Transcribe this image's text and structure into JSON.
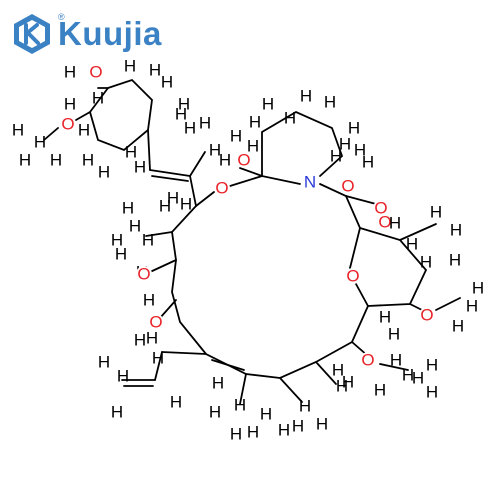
{
  "brand": {
    "name": "Kuujia",
    "registered": "®",
    "color": "#3b82c4"
  },
  "molecule": {
    "element_colors": {
      "H": "#000000",
      "O": "#e8242a",
      "N": "#2b3bd9"
    },
    "labels": [
      [
        "H",
        70,
        72
      ],
      [
        "O",
        96,
        72
      ],
      [
        "H",
        98,
        98
      ],
      [
        "H",
        130,
        66
      ],
      [
        "H",
        155,
        70
      ],
      [
        "H",
        167,
        82
      ],
      [
        "H",
        184,
        104
      ],
      [
        "H",
        70,
        104
      ],
      [
        "H",
        84,
        130
      ],
      [
        "O",
        68,
        124
      ],
      [
        "H",
        18,
        130
      ],
      [
        "C_H",
        40,
        142
      ],
      [
        "H",
        25,
        160
      ],
      [
        "H",
        56,
        160
      ],
      [
        "H",
        88,
        160
      ],
      [
        "H",
        104,
        172
      ],
      [
        "H",
        131,
        152
      ],
      [
        "H",
        181,
        114
      ],
      [
        "H",
        190,
        128
      ],
      [
        "H",
        205,
        123
      ],
      [
        "H",
        236,
        136
      ],
      [
        "H",
        215,
        150
      ],
      [
        "H",
        225,
        160
      ],
      [
        "H",
        140,
        167
      ],
      [
        "O",
        222,
        188
      ],
      [
        "H",
        173,
        198
      ],
      [
        "H",
        186,
        204
      ],
      [
        "H",
        165,
        206
      ],
      [
        "O",
        244,
        160
      ],
      [
        "H",
        253,
        146
      ],
      [
        "H",
        268,
        104
      ],
      [
        "H",
        255,
        122
      ],
      [
        "H",
        306,
        96
      ],
      [
        "H",
        330,
        102
      ],
      [
        "H",
        290,
        118
      ],
      [
        "H",
        354,
        128
      ],
      [
        "H",
        345,
        144
      ],
      [
        "H",
        336,
        156
      ],
      [
        "H",
        360,
        150
      ],
      [
        "H",
        368,
        162
      ],
      [
        "N",
        310,
        182
      ],
      [
        "O",
        348,
        186
      ],
      [
        "O",
        381,
        208
      ],
      [
        "O",
        385,
        222
      ],
      [
        "H",
        395,
        223
      ],
      [
        "H",
        436,
        212
      ],
      [
        "H",
        456,
        230
      ],
      [
        "H",
        412,
        244
      ],
      [
        "H",
        426,
        262
      ],
      [
        "O",
        353,
        276
      ],
      [
        "H",
        455,
        260
      ],
      [
        "O",
        427,
        315
      ],
      [
        "H",
        472,
        306
      ],
      [
        "H",
        458,
        326
      ],
      [
        "H",
        478,
        288
      ],
      [
        "H",
        385,
        317
      ],
      [
        "H",
        394,
        334
      ],
      [
        "O",
        368,
        360
      ],
      [
        "H",
        338,
        370
      ],
      [
        "H",
        348,
        382
      ],
      [
        "H",
        396,
        360
      ],
      [
        "H",
        408,
        375
      ],
      [
        "H",
        418,
        378
      ],
      [
        "H",
        432,
        365
      ],
      [
        "H",
        432,
        392
      ],
      [
        "H",
        128,
        208
      ],
      [
        "H",
        135,
        226
      ],
      [
        "H",
        117,
        240
      ],
      [
        "H",
        148,
        240
      ],
      [
        "H",
        121,
        254
      ],
      [
        "H",
        142,
        272
      ],
      [
        "O",
        144,
        274
      ],
      [
        "H",
        149,
        300
      ],
      [
        "O",
        156,
        322
      ],
      [
        "H",
        140,
        340
      ],
      [
        "H",
        152,
        338
      ],
      [
        "H",
        158,
        358
      ],
      [
        "H",
        104,
        362
      ],
      [
        "H",
        123,
        376
      ],
      [
        "H",
        117,
        412
      ],
      [
        "H",
        176,
        402
      ],
      [
        "H",
        218,
        383
      ],
      [
        "H",
        215,
        412
      ],
      [
        "H",
        240,
        405
      ],
      [
        "H",
        236,
        434
      ],
      [
        "H",
        253,
        432
      ],
      [
        "H",
        266,
        414
      ],
      [
        "H",
        284,
        430
      ],
      [
        "H",
        298,
        426
      ],
      [
        "H",
        305,
        406
      ],
      [
        "H",
        322,
        424
      ],
      [
        "H",
        342,
        386
      ],
      [
        "H",
        380,
        390
      ]
    ]
  }
}
